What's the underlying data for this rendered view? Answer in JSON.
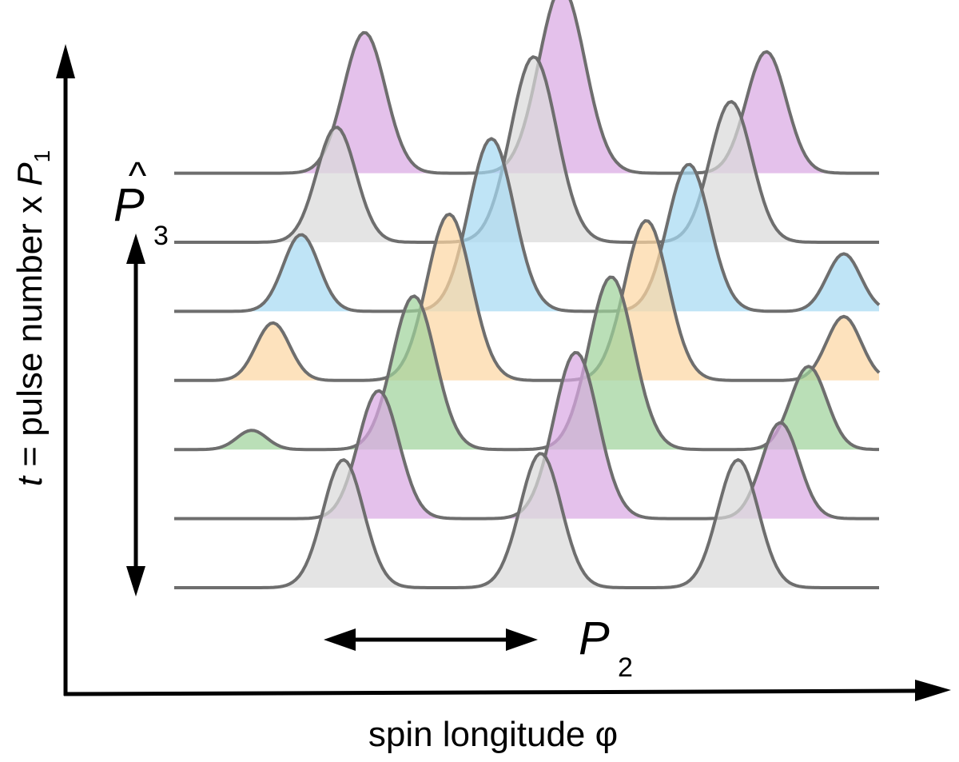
{
  "labels": {
    "x_axis": "spin longitude φ",
    "y_axis_t": "t",
    "y_axis_rest": " = pulse number x ",
    "y_axis_P": "P",
    "y_axis_sub": "1",
    "p2_main": "P",
    "p2_sub": "2",
    "p3_hat": "^",
    "p3_main": "P",
    "p3_sub": "3"
  },
  "colors": {
    "gray": "#d9d9d9",
    "purple": "#d9a9e3",
    "blue": "#a6d9f2",
    "orange": "#fcd7a3",
    "green": "#9fd39b",
    "outline": "#6e6e6e",
    "axis": "#000000"
  },
  "pulse_rows": [
    {
      "peaks": [
        {
          "pos": 0.24,
          "amp": 1.0,
          "color": "gray"
        },
        {
          "pos": 0.52,
          "amp": 1.05,
          "color": "gray"
        },
        {
          "pos": 0.8,
          "amp": 1.0,
          "color": "gray"
        }
      ]
    },
    {
      "peaks": [
        {
          "pos": 0.29,
          "amp": 1.0,
          "color": "purple"
        },
        {
          "pos": 0.57,
          "amp": 1.3,
          "color": "purple"
        },
        {
          "pos": 0.86,
          "amp": 0.75,
          "color": "purple"
        }
      ]
    },
    {
      "peaks": [
        {
          "pos": 0.11,
          "amp": 0.15,
          "color": "green"
        },
        {
          "pos": 0.34,
          "amp": 1.2,
          "color": "green"
        },
        {
          "pos": 0.62,
          "amp": 1.35,
          "color": "green"
        },
        {
          "pos": 0.9,
          "amp": 0.65,
          "color": "green"
        }
      ]
    },
    {
      "peaks": [
        {
          "pos": 0.14,
          "amp": 0.45,
          "color": "orange"
        },
        {
          "pos": 0.39,
          "amp": 1.3,
          "color": "orange"
        },
        {
          "pos": 0.67,
          "amp": 1.25,
          "color": "orange"
        },
        {
          "pos": 0.95,
          "amp": 0.5,
          "color": "orange"
        }
      ]
    },
    {
      "peaks": [
        {
          "pos": 0.18,
          "amp": 0.6,
          "color": "blue"
        },
        {
          "pos": 0.45,
          "amp": 1.35,
          "color": "blue"
        },
        {
          "pos": 0.73,
          "amp": 1.15,
          "color": "blue"
        },
        {
          "pos": 0.95,
          "amp": 0.45,
          "color": "blue"
        }
      ]
    },
    {
      "peaks": [
        {
          "pos": 0.23,
          "amp": 0.9,
          "color": "gray"
        },
        {
          "pos": 0.51,
          "amp": 1.45,
          "color": "gray"
        },
        {
          "pos": 0.79,
          "amp": 1.1,
          "color": "gray"
        }
      ]
    },
    {
      "peaks": [
        {
          "pos": 0.27,
          "amp": 1.1,
          "color": "purple"
        },
        {
          "pos": 0.55,
          "amp": 1.45,
          "color": "purple"
        },
        {
          "pos": 0.84,
          "amp": 0.95,
          "color": "purple"
        }
      ]
    }
  ]
}
